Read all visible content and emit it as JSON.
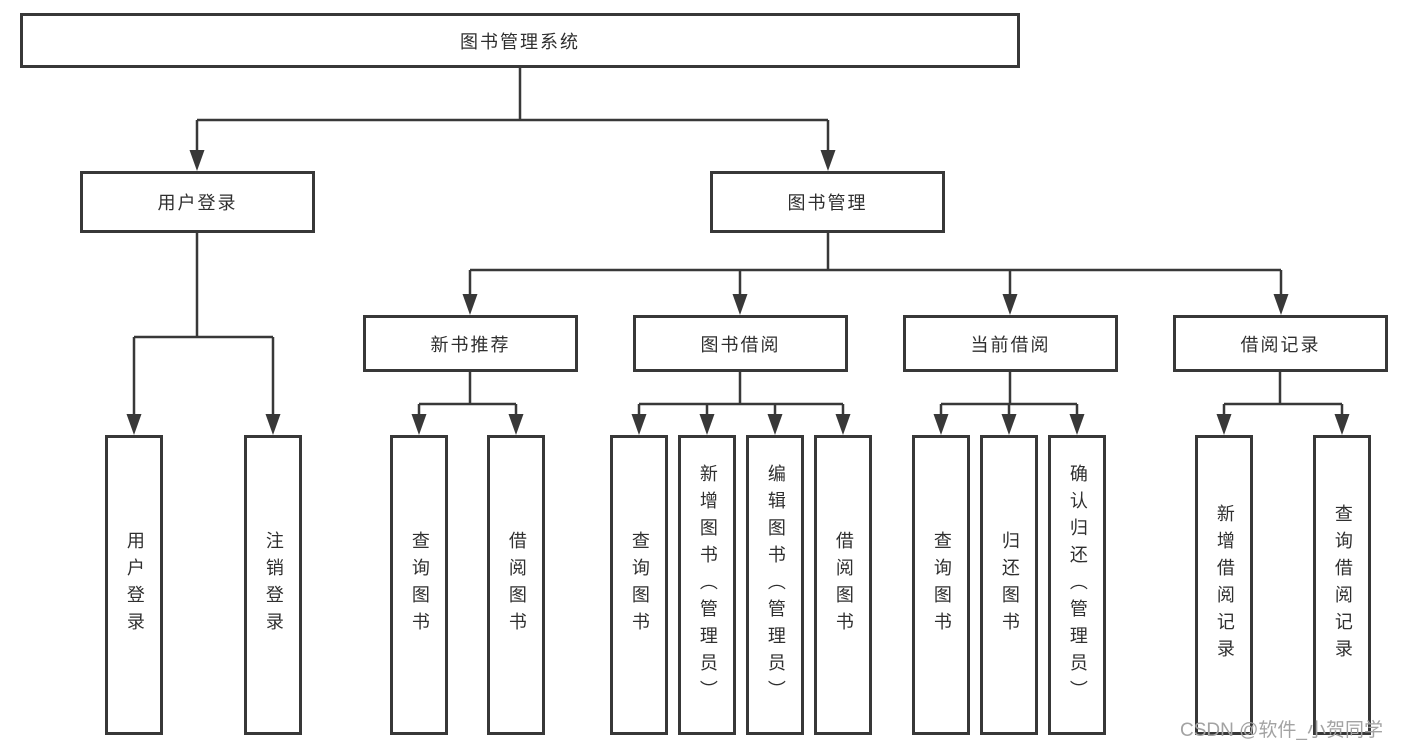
{
  "tree": {
    "label": "图书管理系统",
    "children": [
      {
        "label": "用户登录",
        "children": [
          {
            "label": "用户登录"
          },
          {
            "label": "注销登录"
          }
        ]
      },
      {
        "label": "图书管理",
        "children": [
          {
            "label": "新书推荐",
            "children": [
              {
                "label": "查询图书"
              },
              {
                "label": "借阅图书"
              }
            ]
          },
          {
            "label": "图书借阅",
            "children": [
              {
                "label": "查询图书"
              },
              {
                "label": "新增图书（管理员）"
              },
              {
                "label": "编辑图书（管理员）"
              },
              {
                "label": "借阅图书"
              }
            ]
          },
          {
            "label": "当前借阅",
            "children": [
              {
                "label": "查询图书"
              },
              {
                "label": "归还图书"
              },
              {
                "label": "确认归还（管理员）"
              }
            ]
          },
          {
            "label": "借阅记录",
            "children": [
              {
                "label": "新增借阅记录"
              },
              {
                "label": "查询借阅记录"
              }
            ]
          }
        ]
      }
    ]
  },
  "watermark": {
    "text": "CSDN @软件_小贺同学"
  },
  "colors": {
    "line": "#383838",
    "box_border": "#383838",
    "box_fill": "#ffffff",
    "text": "#2f2f2f",
    "watermark": "#a3a3a3"
  }
}
